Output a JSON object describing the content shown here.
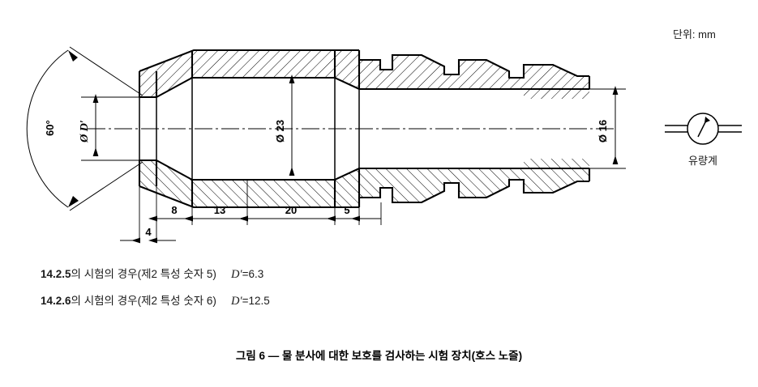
{
  "figure": {
    "unit_label": "단위: mm",
    "caption": "그림 6 — 물 분사에 대한 보호를 검사하는 시험 장치(호스 노즐)",
    "flow_meter_label": "유량계"
  },
  "drawing": {
    "angle_label": "60°",
    "diameter_dprime": "Ø D′",
    "diameter_dprime_symbol": "Ø",
    "diameter_dprime_letter": "D′",
    "diameter_23": "Ø 23",
    "diameter_16": "Ø 16",
    "dims": [
      {
        "name": "dim-4",
        "label": "4"
      },
      {
        "name": "dim-8",
        "label": "8"
      },
      {
        "name": "dim-13",
        "label": "13"
      },
      {
        "name": "dim-20",
        "label": "20"
      },
      {
        "name": "dim-5",
        "label": "5"
      }
    ]
  },
  "notes": [
    {
      "ref": "14.2.5",
      "text": "의 시험의 경우(제2 특성 숫자 5)",
      "symbol": "D′",
      "equals": "=",
      "value": "6.3"
    },
    {
      "ref": "14.2.6",
      "text": "의 시험의 경우(제2 특성 숫자 6)",
      "symbol": "D′",
      "equals": "=",
      "value": "12.5"
    }
  ],
  "colors": {
    "line": "#000000",
    "background": "#ffffff",
    "text": "#1a1a1a"
  }
}
